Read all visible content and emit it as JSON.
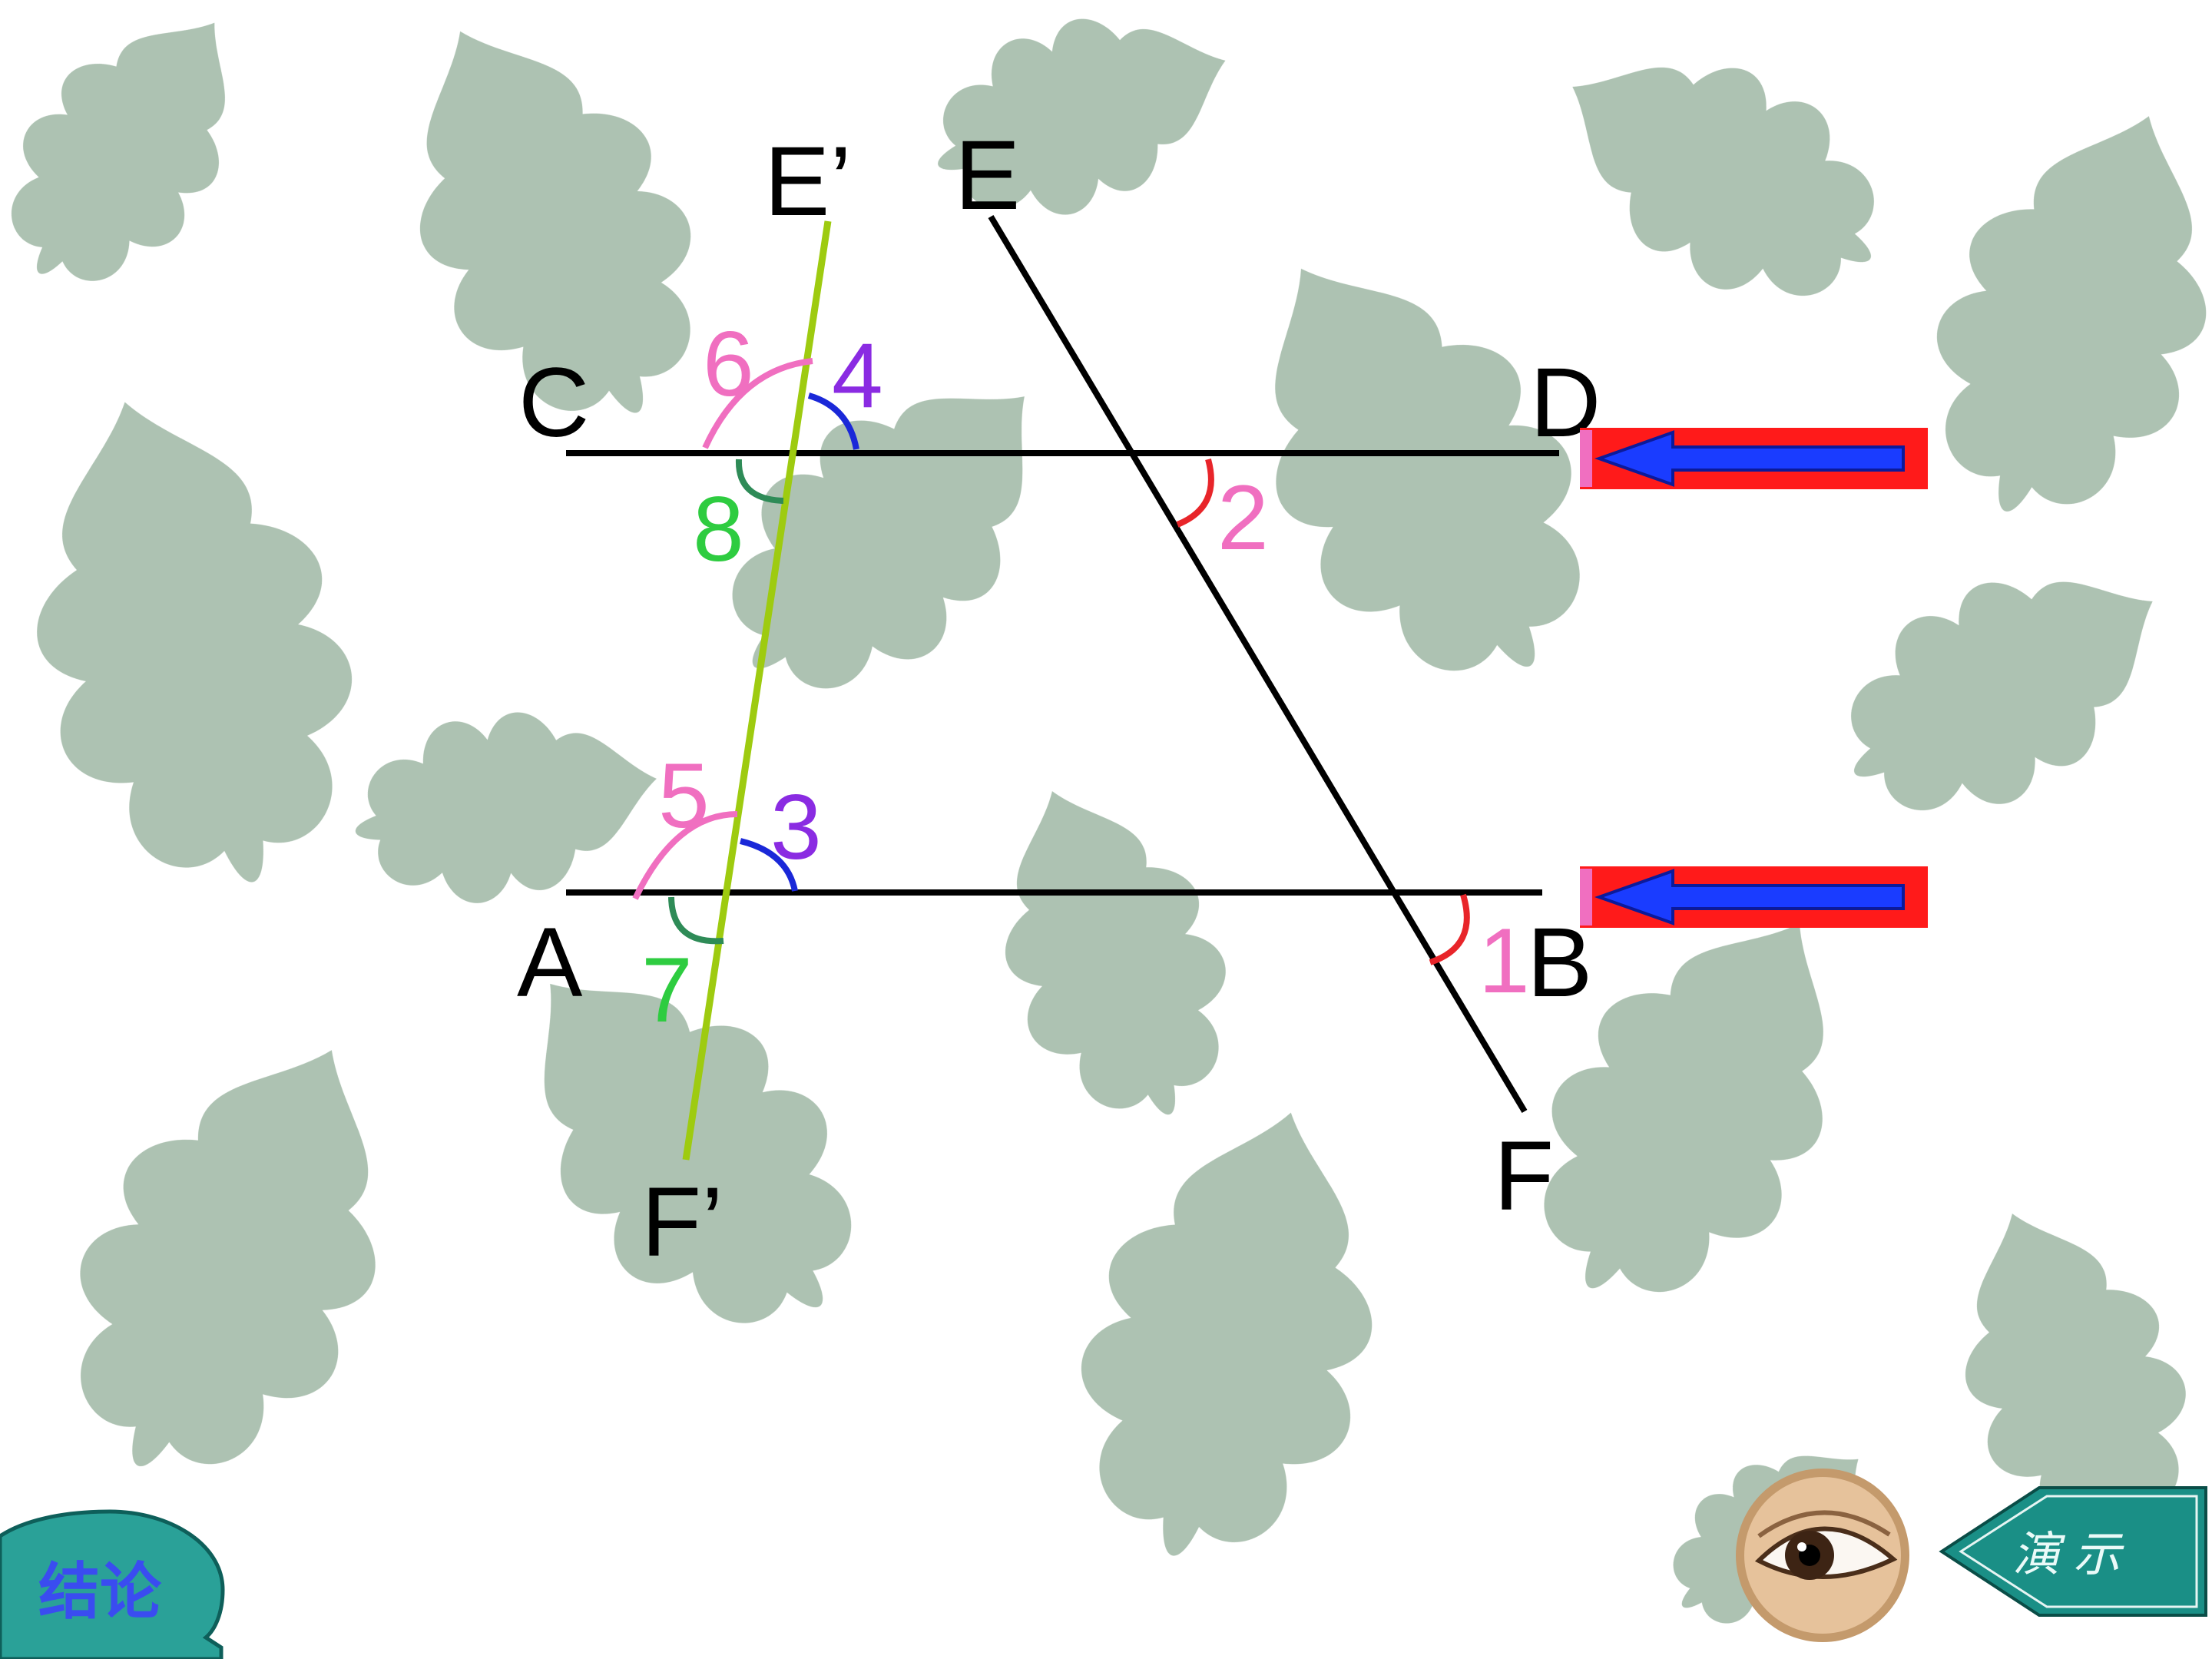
{
  "points": {
    "A": "A",
    "B": "B",
    "C": "C",
    "D": "D",
    "E": "E",
    "F": "F",
    "E_prime": "E’",
    "F_prime": "F’"
  },
  "angles": {
    "a1": "1",
    "a2": "2",
    "a3": "3",
    "a4": "4",
    "a5": "5",
    "a6": "6",
    "a7": "7",
    "a8": "8"
  },
  "buttons": {
    "conclusion": "结论",
    "demo": "演 示"
  },
  "icons": {
    "arrow_cd": "arrow-left-icon",
    "arrow_ab": "arrow-left-icon",
    "eye": "eye-icon",
    "background": "leaf-pattern"
  },
  "colors": {
    "background_leaf": "#a9bfae",
    "parallel_lines": "#000000",
    "transversal_ef": "#000000",
    "transversal_prime": "#9ecb10",
    "angle_1_2": "#e8252a",
    "angle_3_4": "#1a28d8",
    "angle_5_6": "#f06fc0",
    "angle_7_8": "#2e8b57",
    "label_1_2_5_6": "#f06fc0",
    "label_3_4": "#8a2be2",
    "label_7_8": "#2ecc40",
    "arrow_box": "#ff1a1a",
    "arrow_fill": "#1a3cff",
    "demo_button": "#1a8f86",
    "conclusion_button": "#2aa198",
    "conclusion_text": "#3a4cf0"
  }
}
